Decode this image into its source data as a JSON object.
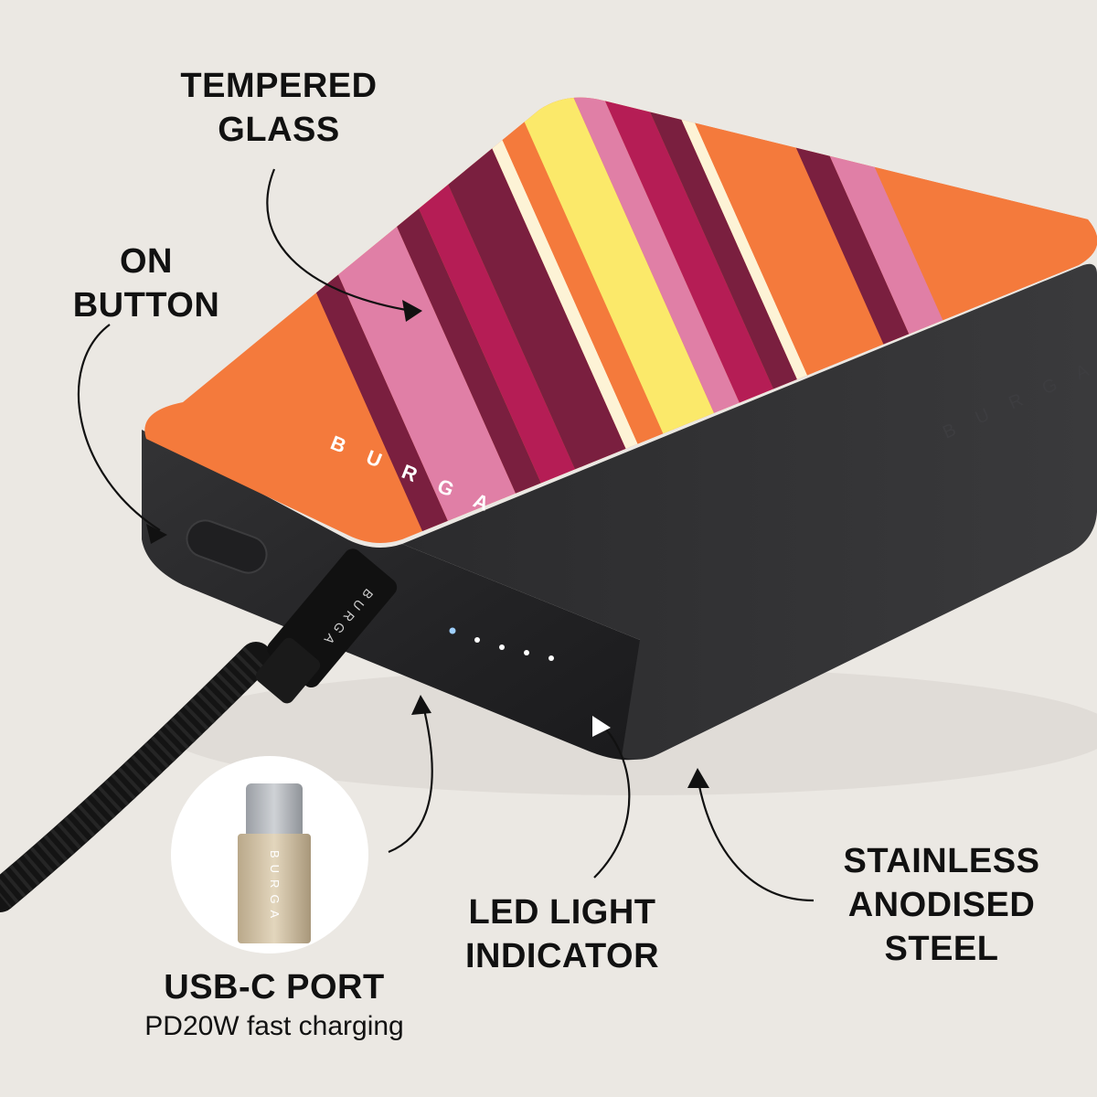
{
  "labels": {
    "tempered_glass": {
      "line1": "TEMPERED",
      "line2": "GLASS"
    },
    "on_button": {
      "line1": "ON",
      "line2": "BUTTON"
    },
    "usb_c_port": {
      "title": "USB-C PORT",
      "subtitle": "PD20W fast charging"
    },
    "led_light": {
      "line1": "LED LIGHT",
      "line2": "INDICATOR"
    },
    "stainless": {
      "line1": "STAINLESS",
      "line2": "ANODISED",
      "line3": "STEEL"
    }
  },
  "product": {
    "brand_top": "B U R G A",
    "brand_side": "B U R G A",
    "brand_cable": "BURGA",
    "brand_connector": "BURGA",
    "led_count": 5
  },
  "colors": {
    "background": "#ebe8e3",
    "body": "#2a2a2c",
    "stripe_orange": "#f47a3c",
    "stripe_pink": "#e07fa6",
    "stripe_magenta": "#b51d55",
    "stripe_wine": "#7a1f3f",
    "stripe_yellow": "#fbe96a",
    "stripe_cream": "#fdf3d6",
    "led": "#ffffff"
  }
}
